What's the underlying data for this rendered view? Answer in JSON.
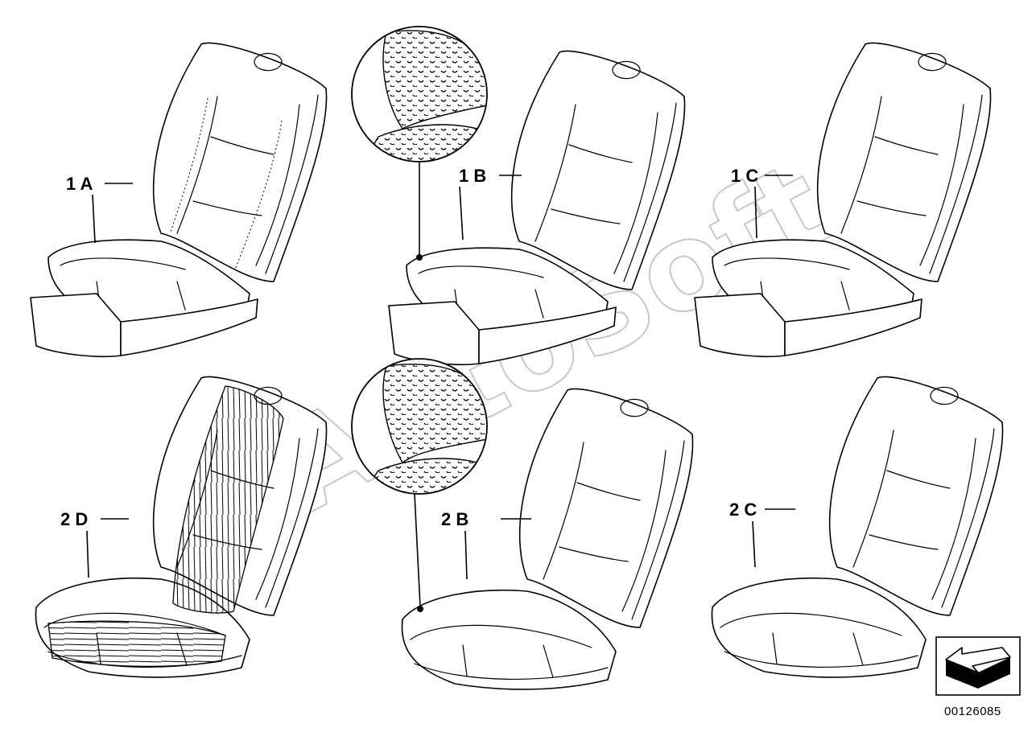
{
  "labels": {
    "l1a": "1 A",
    "l1b": "1 B",
    "l1c": "1 C",
    "l2d": "2 D",
    "l2b": "2 B",
    "l2c": "2 C"
  },
  "part_number": "00126085",
  "watermark": "AutoSoft"
}
